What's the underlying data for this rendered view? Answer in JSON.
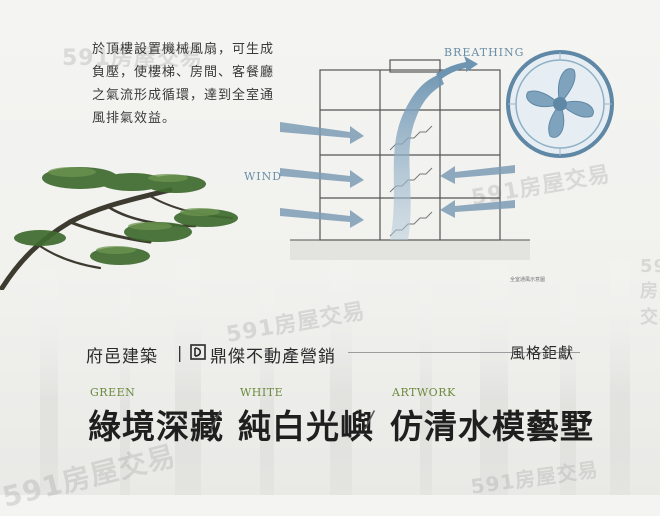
{
  "intro": {
    "lines": [
      "於頂樓設置機械風扇，可生成",
      "負壓，使樓梯、房間、客餐廳",
      "之氣流形成循環，達到全室通",
      "風排氣效益。"
    ]
  },
  "diagram": {
    "breathing_label": "BREATHING",
    "wind_label": "WIND",
    "caption": "全室通風示意圖"
  },
  "brand": {
    "developer": "府邑建築",
    "separator": "|",
    "logo_icon": "ding-jie-logo-icon",
    "marketer": "鼎傑不動產營銷",
    "tagline": "風格鉅獻"
  },
  "features": [
    {
      "tag": "GREEN",
      "title": "綠境深藏"
    },
    {
      "tag": "WHITE",
      "title": "純白光嶼"
    },
    {
      "tag": "ARTWORK",
      "title": "仿清水模藝墅"
    }
  ],
  "watermark": {
    "text": "591房屋交易"
  },
  "colors": {
    "accent_blue": "#6a8ea6",
    "tag_green": "#6d8a3f",
    "pine_green": "#3f6a2e"
  }
}
